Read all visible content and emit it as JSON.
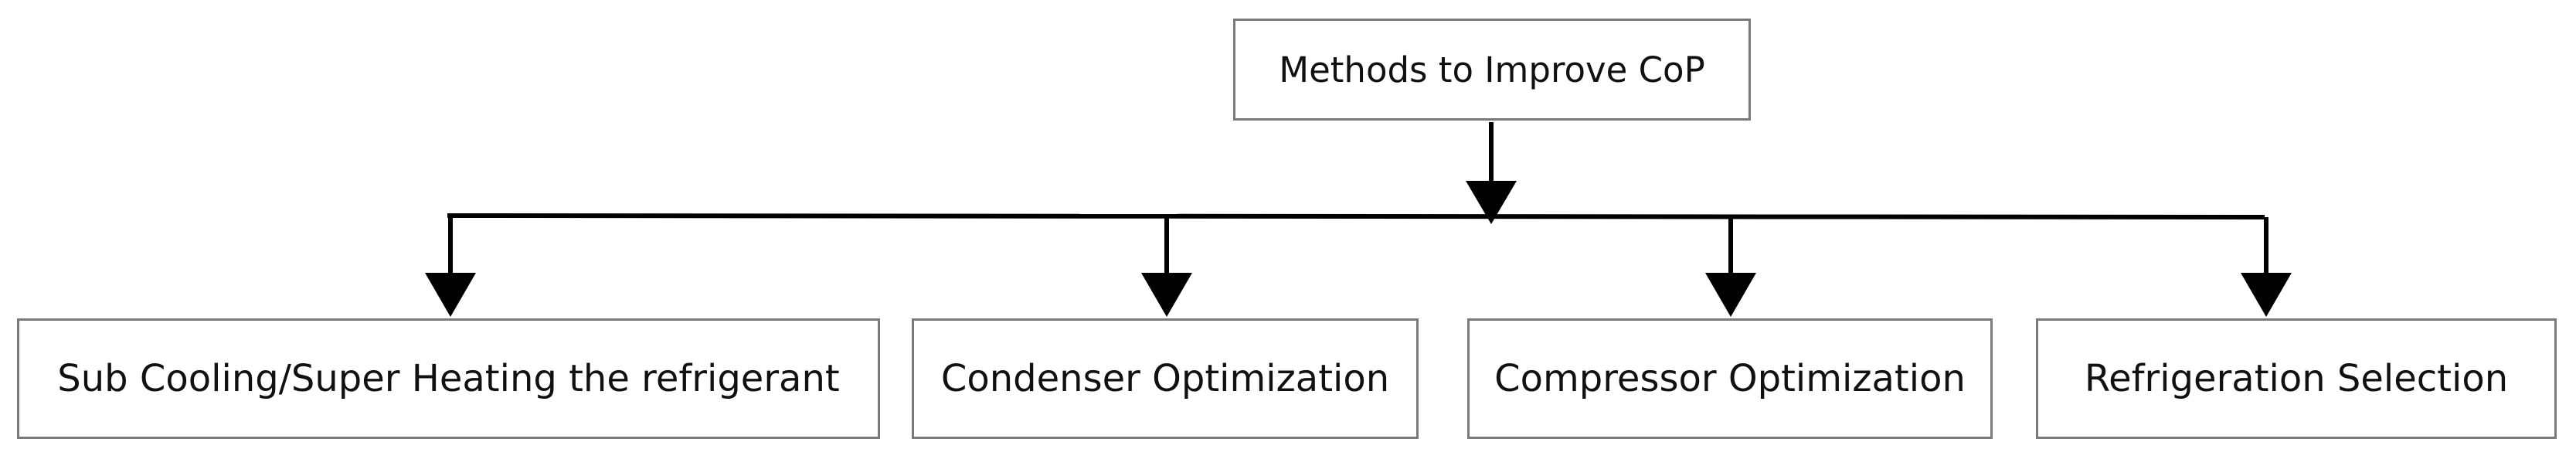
{
  "diagram": {
    "root": {
      "label": "Methods to Improve CoP"
    },
    "children": [
      {
        "label": "Sub Cooling/Super Heating the refrigerant"
      },
      {
        "label": "Condenser Optimization"
      },
      {
        "label": "Compressor Optimization"
      },
      {
        "label": "Refrigeration Selection"
      }
    ],
    "colors": {
      "line": "#000000",
      "box_border": "#7a7a7a",
      "text": "#111111"
    }
  }
}
